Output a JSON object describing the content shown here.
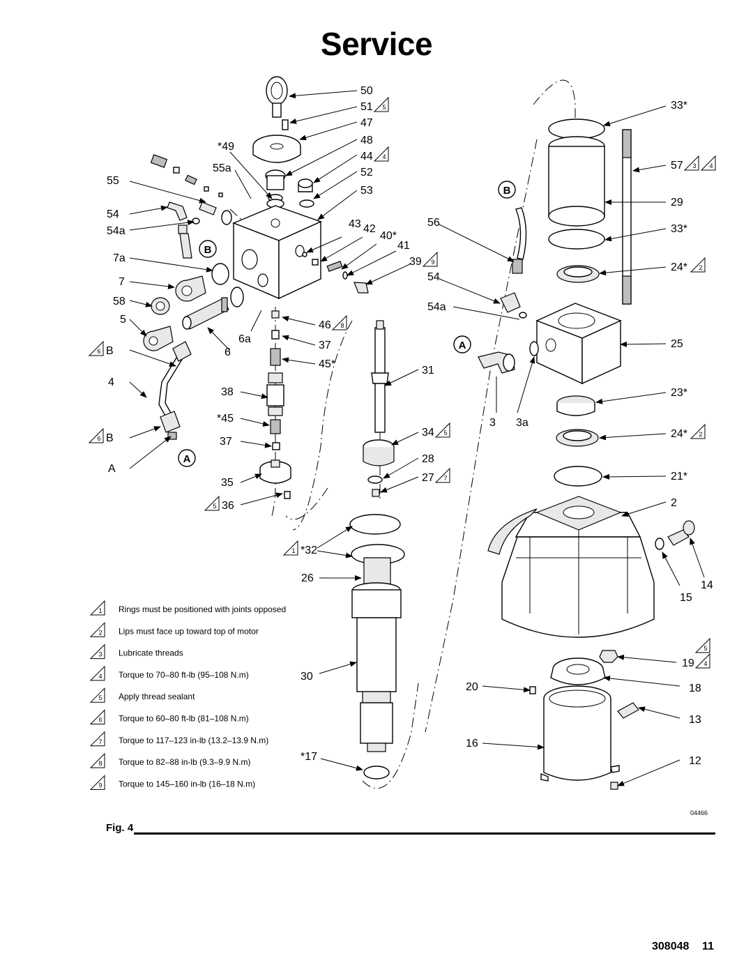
{
  "title": "Service",
  "figure_label": "Fig. 4",
  "doc_number": "308048",
  "page_number": "11",
  "drawing_id": "04466",
  "notes": [
    {
      "num": "1",
      "text": "Rings must be positioned with joints opposed"
    },
    {
      "num": "2",
      "text": "Lips must face up toward top of motor"
    },
    {
      "num": "3",
      "text": "Lubricate threads"
    },
    {
      "num": "4",
      "text": "Torque to 70–80 ft-lb (95–108 N.m)"
    },
    {
      "num": "5",
      "text": "Apply thread sealant"
    },
    {
      "num": "6",
      "text": "Torque to 60–80 ft-lb (81–108 N.m)"
    },
    {
      "num": "7",
      "text": "Torque to 117–123 in-lb (13.2–13.9 N.m)"
    },
    {
      "num": "8",
      "text": "Torque to 82–88 in-lb (9.3–9.9 N.m)"
    },
    {
      "num": "9",
      "text": "Torque to 145–160 in-lb (16–18 N.m)"
    }
  ],
  "callouts": [
    {
      "id": "50",
      "label": "50"
    },
    {
      "id": "51",
      "label": "51",
      "note": "5"
    },
    {
      "id": "47",
      "label": "47"
    },
    {
      "id": "48",
      "label": "48"
    },
    {
      "id": "44",
      "label": "44",
      "note": "4"
    },
    {
      "id": "52",
      "label": "52"
    },
    {
      "id": "53",
      "label": "53"
    },
    {
      "id": "49",
      "label": "*49"
    },
    {
      "id": "55a",
      "label": "55a"
    },
    {
      "id": "55",
      "label": "55"
    },
    {
      "id": "54-left",
      "label": "54"
    },
    {
      "id": "54a-left",
      "label": "54a"
    },
    {
      "id": "7a",
      "label": "7a"
    },
    {
      "id": "7",
      "label": "7"
    },
    {
      "id": "58",
      "label": "58"
    },
    {
      "id": "5",
      "label": "5"
    },
    {
      "id": "b-upper-left",
      "label": "B",
      "note": "6"
    },
    {
      "id": "4",
      "label": "4"
    },
    {
      "id": "b-lower-left",
      "label": "B",
      "note": "6"
    },
    {
      "id": "a-left",
      "label": "A"
    },
    {
      "id": "6a",
      "label": "6a"
    },
    {
      "id": "6",
      "label": "6"
    },
    {
      "id": "43",
      "label": "43"
    },
    {
      "id": "42",
      "label": "42"
    },
    {
      "id": "40",
      "label": "40*"
    },
    {
      "id": "41",
      "label": "41"
    },
    {
      "id": "39",
      "label": "39",
      "note": "9"
    },
    {
      "id": "46",
      "label": "46",
      "note": "8"
    },
    {
      "id": "37-upper",
      "label": "37"
    },
    {
      "id": "45-upper",
      "label": "45*"
    },
    {
      "id": "38",
      "label": "38"
    },
    {
      "id": "45-lower",
      "label": "*45"
    },
    {
      "id": "37-lower",
      "label": "37"
    },
    {
      "id": "35",
      "label": "35"
    },
    {
      "id": "36",
      "label": "36",
      "note": "5"
    },
    {
      "id": "56",
      "label": "56"
    },
    {
      "id": "54-right",
      "label": "54"
    },
    {
      "id": "54a-right",
      "label": "54a"
    },
    {
      "id": "31",
      "label": "31"
    },
    {
      "id": "34",
      "label": "34",
      "note": "5"
    },
    {
      "id": "28",
      "label": "28"
    },
    {
      "id": "27",
      "label": "27",
      "note": "7"
    },
    {
      "id": "3",
      "label": "3"
    },
    {
      "id": "3a",
      "label": "3a"
    },
    {
      "id": "32",
      "label": "*32",
      "note": "1"
    },
    {
      "id": "26",
      "label": "26"
    },
    {
      "id": "30",
      "label": "30"
    },
    {
      "id": "17",
      "label": "*17"
    },
    {
      "id": "33-upper",
      "label": "33*"
    },
    {
      "id": "57",
      "label": "57",
      "note": "3",
      "note2": "4"
    },
    {
      "id": "29",
      "label": "29"
    },
    {
      "id": "33-lower",
      "label": "33*"
    },
    {
      "id": "24-upper",
      "label": "24*",
      "note": "2"
    },
    {
      "id": "25",
      "label": "25"
    },
    {
      "id": "23",
      "label": "23*"
    },
    {
      "id": "24-lower",
      "label": "24*",
      "note": "2"
    },
    {
      "id": "21",
      "label": "21*"
    },
    {
      "id": "2",
      "label": "2"
    },
    {
      "id": "14",
      "label": "14"
    },
    {
      "id": "15",
      "label": "15"
    },
    {
      "id": "19",
      "label": "19",
      "note": "4",
      "note_above": "5"
    },
    {
      "id": "20",
      "label": "20"
    },
    {
      "id": "18",
      "label": "18"
    },
    {
      "id": "13",
      "label": "13"
    },
    {
      "id": "16",
      "label": "16"
    },
    {
      "id": "12",
      "label": "12"
    }
  ],
  "section_markers": [
    {
      "id": "b-left",
      "label": "B"
    },
    {
      "id": "a-left",
      "label": "A"
    },
    {
      "id": "b-right",
      "label": "B"
    },
    {
      "id": "a-right",
      "label": "A"
    }
  ]
}
